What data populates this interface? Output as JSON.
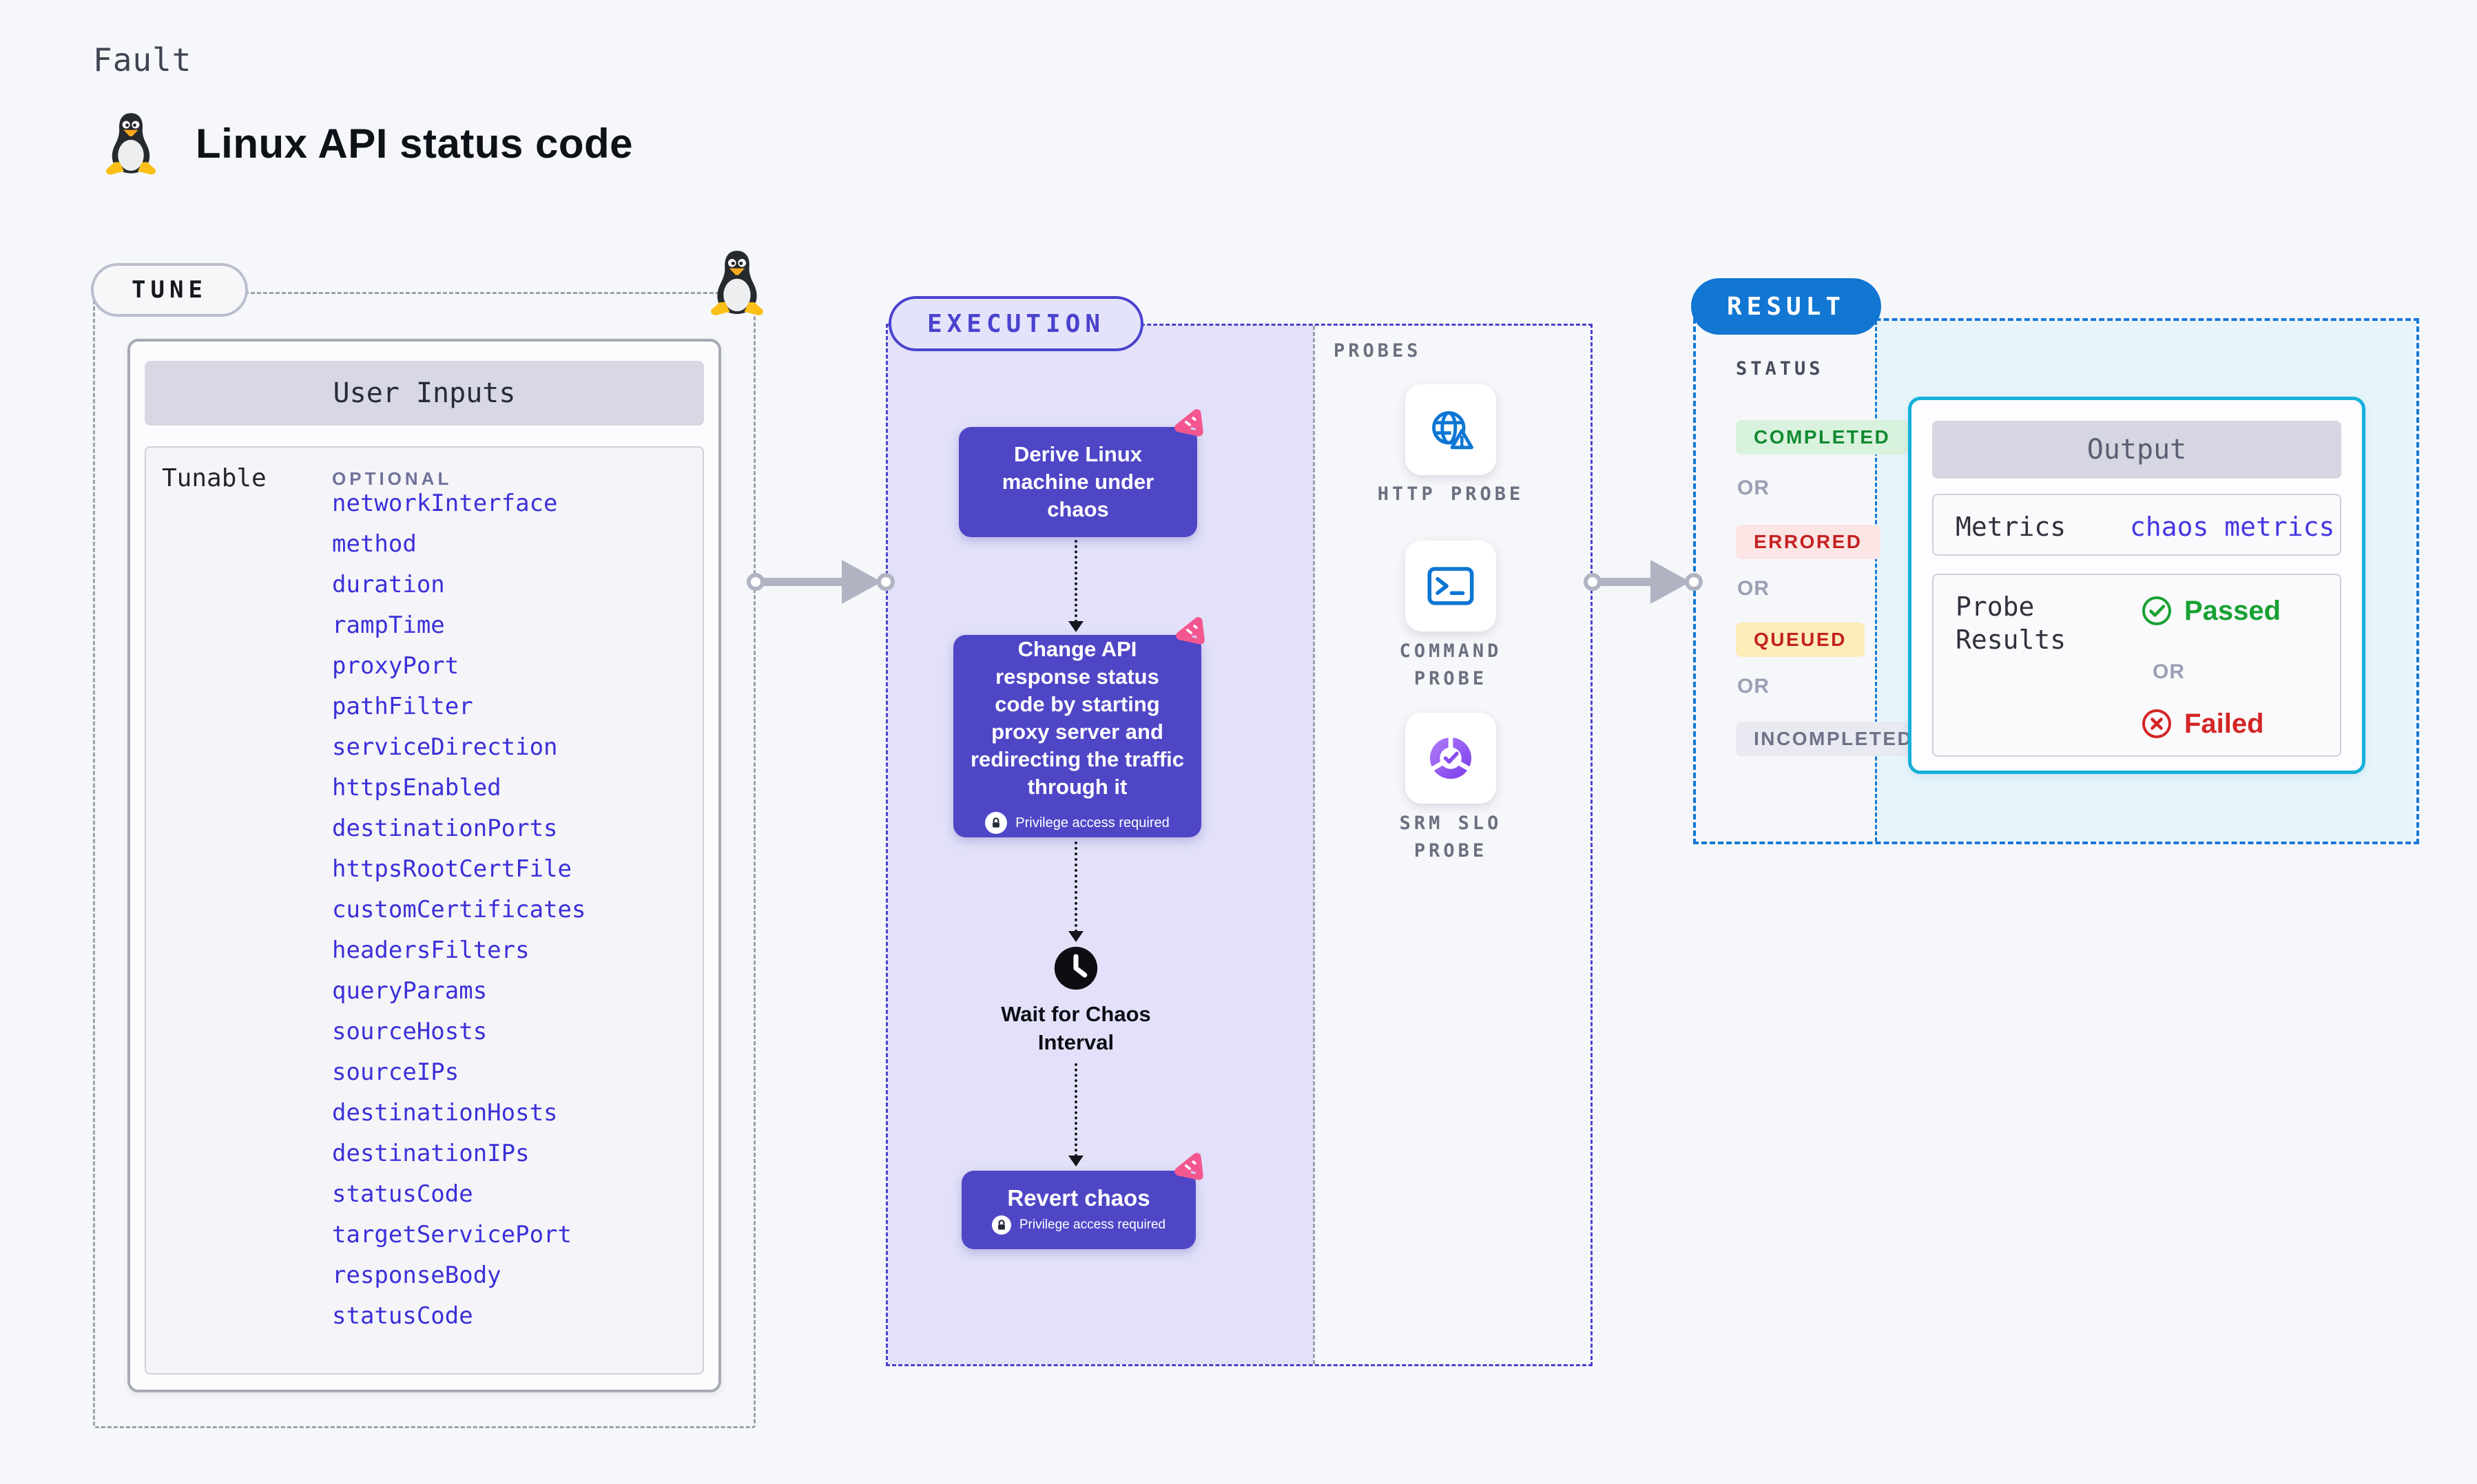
{
  "header": {
    "kind": "Fault",
    "title": "Linux API status code"
  },
  "tune": {
    "label": "TUNE",
    "card_title": "User Inputs",
    "row_label": "Tunable",
    "column_label": "OPTIONAL",
    "params": [
      "networkInterface",
      "method",
      "duration",
      "rampTime",
      "proxyPort",
      "pathFilter",
      "serviceDirection",
      "httpsEnabled",
      "destinationPorts",
      "httpsRootCertFile",
      "customCertificates",
      "headersFilters",
      "queryParams",
      "sourceHosts",
      "sourceIPs",
      "destinationHosts",
      "destinationIPs",
      "statusCode",
      "targetServicePort",
      "responseBody",
      "statusCode"
    ]
  },
  "execution": {
    "label": "EXECUTION",
    "step1": "Derive Linux machine under chaos",
    "step2": "Change API response status code by starting proxy server and redirecting the traffic through it",
    "privilege_note": "Privilege access required",
    "wait_label": "Wait for Chaos Interval",
    "revert_label": "Revert chaos"
  },
  "probes": {
    "label": "PROBES",
    "items": [
      "HTTP PROBE",
      "COMMAND PROBE",
      "SRM SLO PROBE"
    ]
  },
  "result": {
    "label": "RESULT",
    "status_label": "STATUS",
    "or_label": "OR",
    "statuses": [
      "COMPLETED",
      "ERRORED",
      "QUEUED",
      "INCOMPLETED"
    ],
    "output": {
      "title": "Output",
      "metrics_label": "Metrics",
      "metrics_value": "chaos metrics",
      "probe_results_label": "Probe Results",
      "passed_label": "Passed",
      "failed_label": "Failed"
    }
  },
  "colors": {
    "page_bg": "#f6f7fa",
    "tune_dash": "#9aa1ac",
    "execution_accent": "#4a42cd",
    "execution_box": "#4f46c6",
    "execution_panel": "#e2e1f9",
    "result_blue": "#1276d3",
    "output_border": "#14b0da",
    "output_panel": "#e7f5fb",
    "param_indigo": "#3b30d8",
    "chaos_pink": "#f4578f",
    "probe_blue": "#0d76d3",
    "srm_purple": "#8a4cf3",
    "completed_green": "#118a30",
    "errored_red": "#c42222",
    "passed_green": "#18a133",
    "failed_red": "#d32525"
  }
}
